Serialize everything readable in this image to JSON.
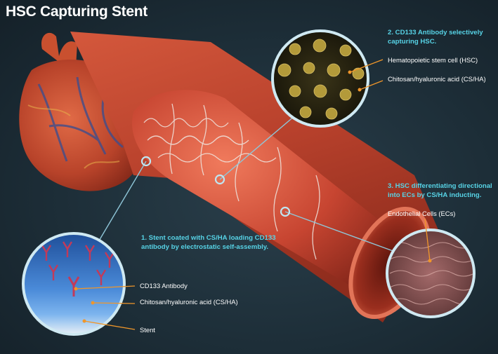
{
  "title": "HSC Capturing Stent",
  "steps": {
    "step1": "1. Stent coated with CS/HA loading CD133 antibody by electrostatic self-assembly.",
    "step2": "2. CD133 Antibody selectively capturing HSC.",
    "step3": "3. HSC differentiating directional into ECs by CS/HA inducting."
  },
  "labels": {
    "hsc": "Hematopoietic stem cell (HSC)",
    "csha_top": "Chitosan/hyaluronic acid (CS/HA)",
    "ecs": "Endothelial Cells (ECs)",
    "cd133": "CD133 Antibody",
    "csha_bottom": "Chitosan/hyaluronic acid (CS/HA)",
    "stent": "Stent"
  },
  "colors": {
    "callout_text": "#57d3e6",
    "leader_line": "#f0962a",
    "connector": "#8fc6d8",
    "vessel": "#c84a32",
    "background": "#1d2e38"
  }
}
